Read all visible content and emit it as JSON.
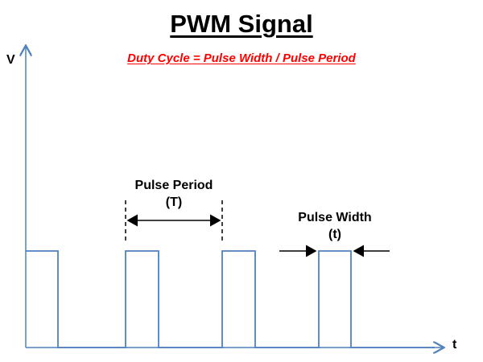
{
  "title": "PWM Signal",
  "formula": "Duty Cycle = Pulse Width / Pulse Period",
  "axes": {
    "y_label": "V",
    "x_label": "t"
  },
  "annotations": {
    "period_label": "Pulse Period",
    "period_symbol": "(T)",
    "width_label": "Pulse Width",
    "width_symbol": "(t)"
  },
  "colors": {
    "signal": "#4f81bd",
    "axis": "#4f81bd",
    "formula": "#ff0000",
    "annotation": "#000000"
  }
}
